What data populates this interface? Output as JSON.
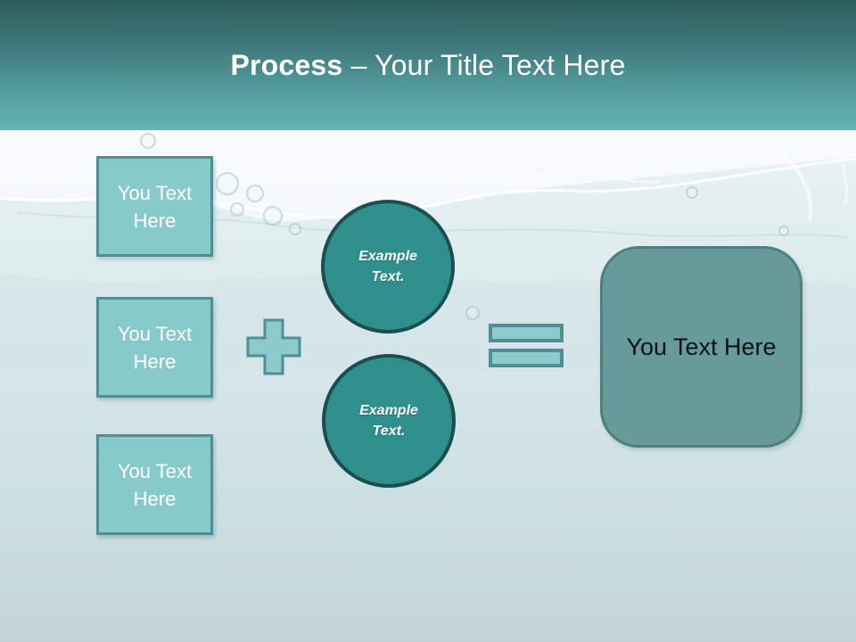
{
  "slide": {
    "title": {
      "bold": "Process",
      "rest": "– Your Title Text Here"
    }
  },
  "process_diagram": {
    "input_boxes": [
      {
        "label": "You Text Here"
      },
      {
        "label": "You Text Here"
      },
      {
        "label": "You Text Here"
      }
    ],
    "operators": {
      "plus_icon": "plus-shape",
      "equals_icon": "equals-shape"
    },
    "example_circles": [
      {
        "label": "Example Text."
      },
      {
        "label": "Example Text."
      }
    ],
    "result_box": {
      "label": "You Text Here"
    }
  },
  "colors": {
    "header_gradient_top": "#2e5e5f",
    "header_gradient_bottom": "#62b5b5",
    "body_background_top": "#f2fafa",
    "body_background_bottom": "#c3d5d9",
    "shape_fill_light_teal": "#87caca",
    "shape_border_teal": "#4e8f96",
    "circle_fill": "#2f8f8d",
    "circle_border": "#1b4e51",
    "result_fill": "#679a9b",
    "result_border": "#4e7f7e",
    "title_text": "#ffffff",
    "box_text": "#ffffff",
    "result_text": "#0c1212"
  }
}
